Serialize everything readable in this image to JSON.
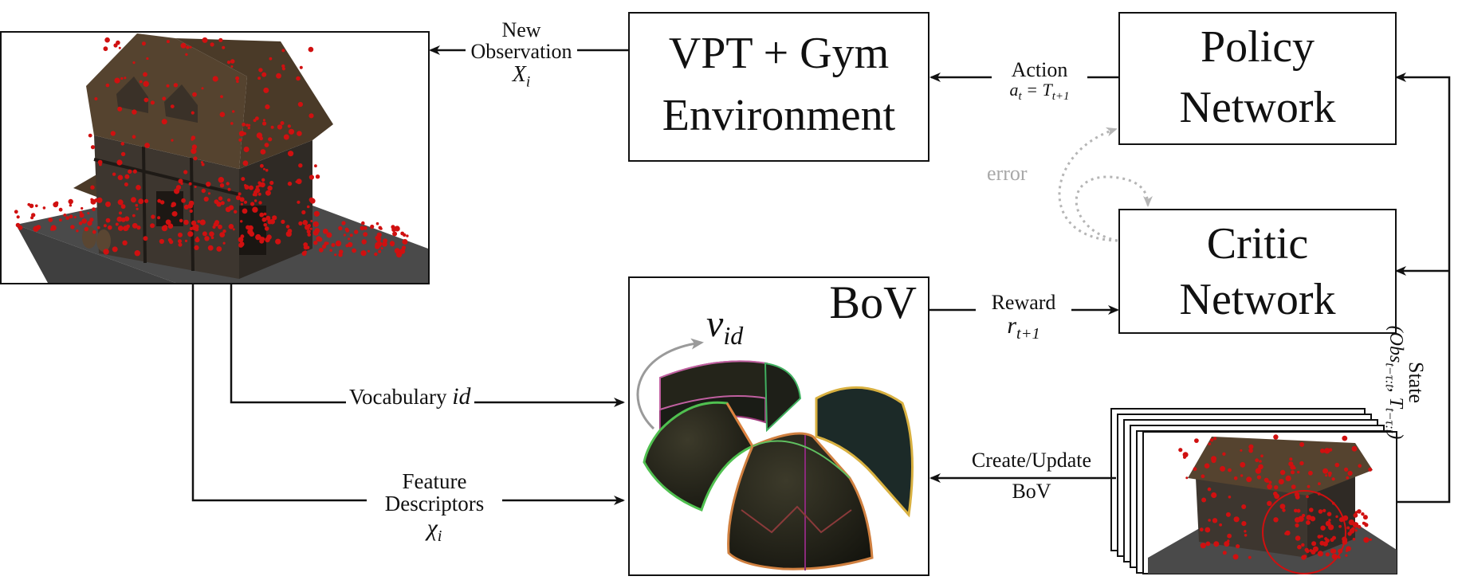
{
  "boxes": {
    "env": {
      "line1": "VPT + Gym",
      "line2": "Environment"
    },
    "policy": {
      "line1": "Policy",
      "line2": "Network"
    },
    "critic": {
      "line1": "Critic",
      "line2": "Network"
    },
    "bov": {
      "title": "BoV",
      "vocab_symbol": "ν",
      "vocab_sub": "id"
    }
  },
  "labels": {
    "new_observation": {
      "line1": "New",
      "line2": "Observation",
      "symbol": "X",
      "sub": "i"
    },
    "action": {
      "text": "Action",
      "symbol": "a",
      "sub": "t",
      "eq": " = T",
      "eq_sub": "t+1"
    },
    "error": "error",
    "reward": {
      "text": "Reward",
      "symbol": "r",
      "sub": "t+1"
    },
    "state": {
      "text": "State",
      "formula_a": "(Obs",
      "formula_a_sub": "t−τ:t",
      "formula_b": ", T",
      "formula_b_sub": "t−τ:t",
      "formula_end": ")"
    },
    "vocabulary": {
      "text": "Vocabulary ",
      "symbol": "id"
    },
    "feature_descriptors": {
      "line1": "Feature",
      "line2": "Descriptors",
      "symbol": "χ",
      "sub": "i"
    },
    "create_update": {
      "line1": "Create/Update",
      "line2": "BoV"
    }
  },
  "colors": {
    "line": "#111111",
    "error_line": "#b5b5b5",
    "error_text": "#a8a8a8",
    "keypoint": "#d01010",
    "roof": "#4a3a2a",
    "wall": "#3b352e",
    "ground": "#4a4a4a"
  },
  "icons": [
    "house-render-image",
    "bov-sphere-image",
    "frame-stack-image"
  ]
}
